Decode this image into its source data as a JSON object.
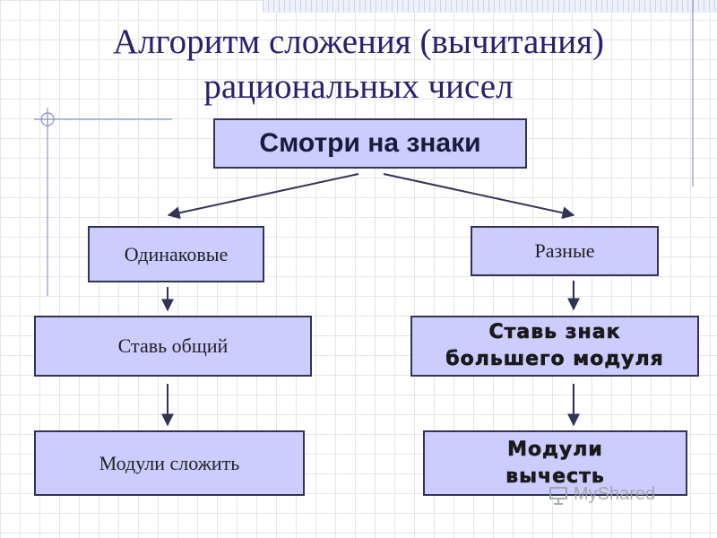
{
  "title": {
    "line1": "Алгоритм сложения (вычитания)",
    "line2": "рациональных чисел"
  },
  "root": {
    "label": "Смотри на знаки"
  },
  "left_branch": {
    "label": "Одинаковые",
    "step1": "Ставь общий",
    "step2": "Модули сложить"
  },
  "right_branch": {
    "label": "Разные",
    "step1_line1": "Ставь знак",
    "step1_line2": "большего модуля",
    "step2_line1": "Модули",
    "step2_line2": "вычесть"
  },
  "watermark": {
    "text": "MyShared"
  },
  "colors": {
    "box_fill": "#ccccff",
    "box_border": "#333355",
    "title": "#2b2070",
    "arrow": "#333355"
  }
}
